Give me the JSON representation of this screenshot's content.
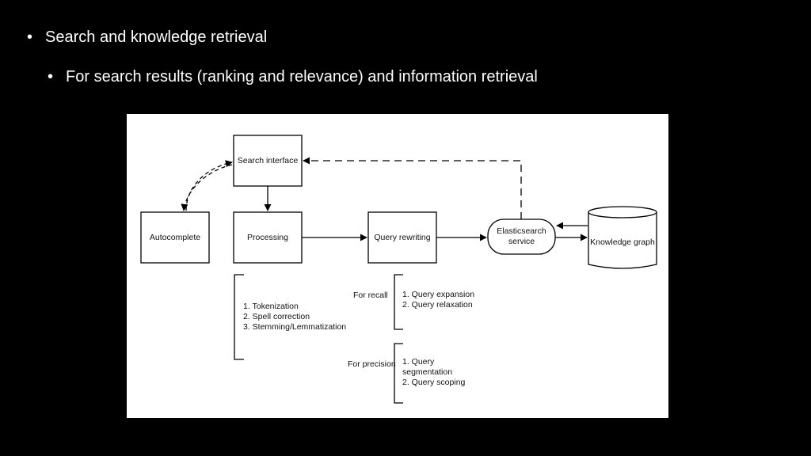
{
  "slide": {
    "bullet1": "Search and knowledge retrieval",
    "bullet2": "For search results (ranking and relevance) and information retrieval"
  },
  "diagram": {
    "nodes": {
      "search_interface": "Search interface",
      "autocomplete": "Autocomplete",
      "processing": "Processing",
      "query_rewriting": "Query rewriting",
      "elasticsearch": "Elasticsearch\nservice",
      "knowledge_graph": "Knowledge graph"
    },
    "processing_steps": "1. Tokenization\n2. Spell correction\n3. Stemming/Lemmatization",
    "recall": {
      "label": "For recall",
      "steps": "1. Query expansion\n2. Query relaxation"
    },
    "precision": {
      "label": "For precision",
      "steps": "1. Query\nsegmentation\n2. Query scoping"
    }
  }
}
